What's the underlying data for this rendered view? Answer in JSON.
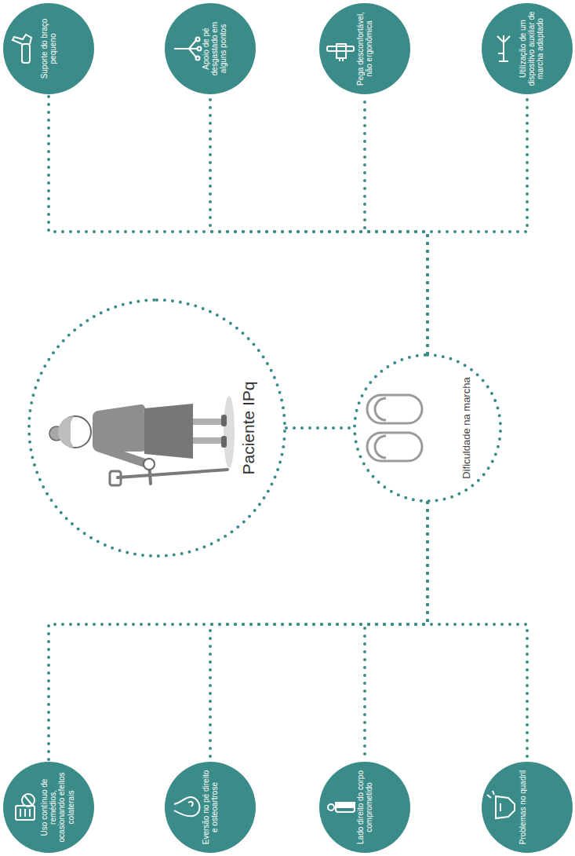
{
  "diagram": {
    "nodes": [
      {
        "text": [
          "Paciente IPq"
        ]
      },
      {
        "text": [
          "Dificuldade na marcha"
        ]
      },
      {
        "text": [
          "Uso contínuo de remédios, ocasionando efeitos colaterais"
        ]
      },
      {
        "text": [
          "Eversão no pé direito e osteoartrose"
        ]
      },
      {
        "text": [
          "Lado direito do corpo comprometido"
        ]
      },
      {
        "text": [
          "Problemas no quadril"
        ]
      },
      {
        "text": [
          "Suporte do braço pequeno"
        ]
      },
      {
        "text": [
          "Apoio de pé desgastado em alguns pontos"
        ]
      },
      {
        "text": [
          "Pega desconfortável, não ergonômica"
        ]
      },
      {
        "text": [
          "Utilização de um dispositivo auxiliar de marcha adaptado"
        ]
      }
    ],
    "edges": [
      {
        "from": 0,
        "to": 1,
        "arrow": "none"
      },
      {
        "from": 1,
        "to": 2,
        "arrow": "none"
      },
      {
        "from": 1,
        "to": 3,
        "arrow": "none"
      },
      {
        "from": 1,
        "to": 4,
        "arrow": "none"
      },
      {
        "from": 1,
        "to": 5,
        "arrow": "none"
      },
      {
        "from": 1,
        "to": 6,
        "arrow": "none"
      },
      {
        "from": 1,
        "to": 7,
        "arrow": "none"
      },
      {
        "from": 1,
        "to": 8,
        "arrow": "none"
      },
      {
        "from": 1,
        "to": 9,
        "arrow": "none"
      }
    ]
  }
}
